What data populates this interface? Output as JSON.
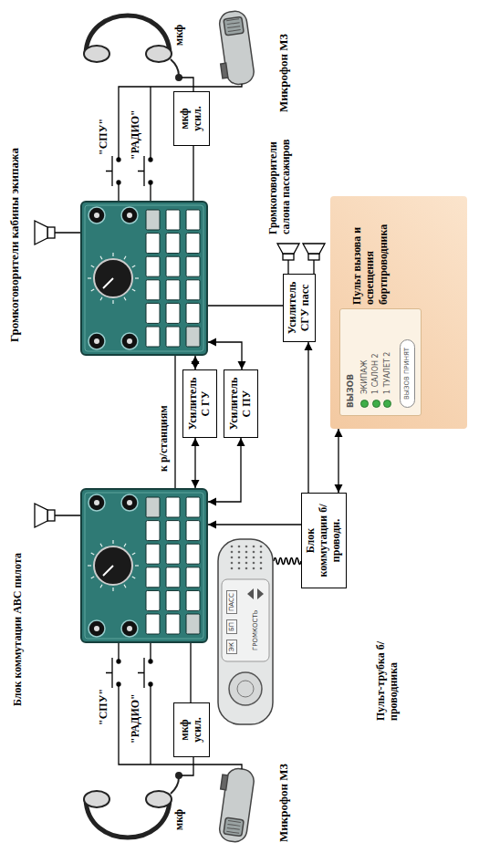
{
  "diagram": {
    "nodes": [
      {
        "text": [
          "мкф усил."
        ]
      },
      {
        "text": [
          "Блок коммутации АВС пилота"
        ]
      },
      {
        "text": [
          "Усилитель С ГУ"
        ]
      },
      {
        "text": [
          "Усилитель С ПУ"
        ]
      },
      {
        "text": [
          "Усилитель СГУ пасс"
        ]
      },
      {
        "text": [
          "Пульт вызова и освещения бортпроводника"
        ]
      },
      {
        "text": [
          "ВЫЗОВ",
          "ЭКИПАЖ",
          "1 САЛОН 2",
          "1 ТУАЛЕТ 2",
          "ВЫЗОВ ПРИНЯТ"
        ],
        "in": 5
      },
      {
        "text": [
          "Блок коммутации б/проводн."
        ]
      },
      {
        "text": [
          "ЭК",
          "БП",
          "ПАСС",
          "ГРОМКОСТЬ",
          "Пульт-трубка б/проводника"
        ]
      },
      {
        "text": [
          "мкф усил."
        ]
      }
    ],
    "edges": [
      {
        "from": 9,
        "to": 1,
        "arrow": "none"
      },
      {
        "from": 2,
        "to": 1,
        "arrow": "both"
      },
      {
        "from": 3,
        "to": 1,
        "arrow": "both"
      },
      {
        "from": 7,
        "to": 1,
        "arrow": "to"
      },
      {
        "from": 7,
        "to": 4,
        "arrow": "to"
      },
      {
        "from": 7,
        "to": 5,
        "arrow": "both"
      },
      {
        "from": 8,
        "to": 7,
        "arrow": "none"
      }
    ],
    "labels": [
      "Громкоговорители кабины экипажа",
      "мкф",
      "мкф",
      "\"СПУ\"",
      "\"РАДИО\"",
      "\"СПУ\"",
      "\"РАДИО\"",
      "Микрофон М3",
      "Микрофон М3",
      "к р/станциям",
      "Громкоговорители салона пассажиров"
    ]
  }
}
